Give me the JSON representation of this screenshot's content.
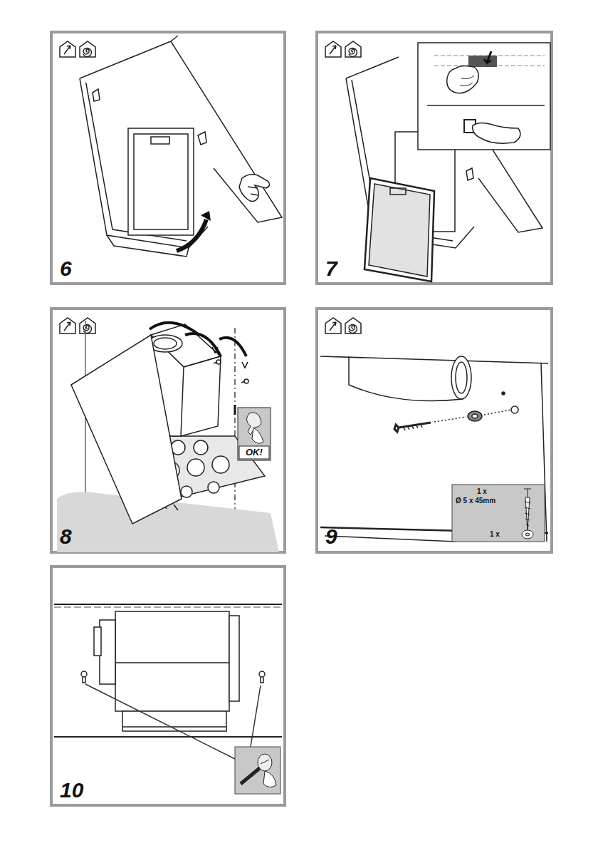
{
  "diagram": {
    "labels": [
      "6",
      "7",
      "8",
      "OK!",
      "9",
      "1 x",
      "Ø 5 x 45mm",
      "1 x",
      "10"
    ]
  }
}
